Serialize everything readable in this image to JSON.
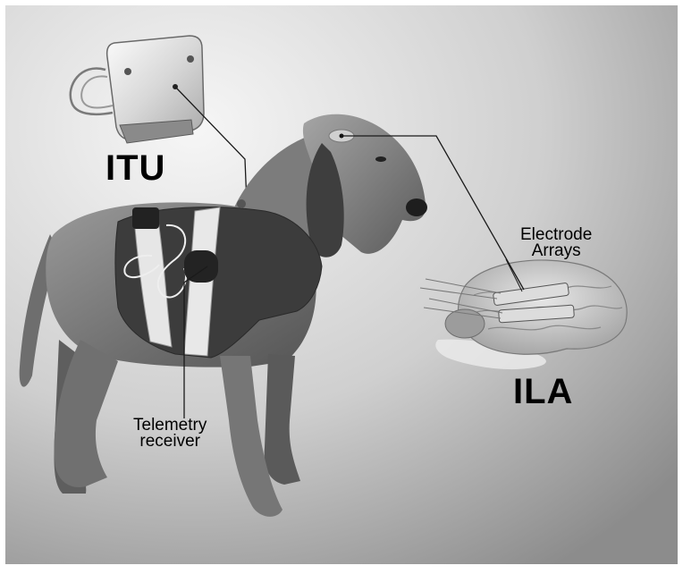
{
  "labels": {
    "itu": "ITU",
    "ila": "ILA",
    "electrode_line1": "Electrode",
    "electrode_line2": "Arrays",
    "telemetry_line1": "Telemetry",
    "telemetry_line2": "receiver"
  },
  "colors": {
    "background_light": "#f4f4f4",
    "background_dark": "#8a8a8a",
    "dog_body": "#7a7a7a",
    "vest": "#3c3c3c",
    "strap": "#e6e6e6",
    "brain": "#c8c8c8",
    "device": "#e0e0e0"
  }
}
